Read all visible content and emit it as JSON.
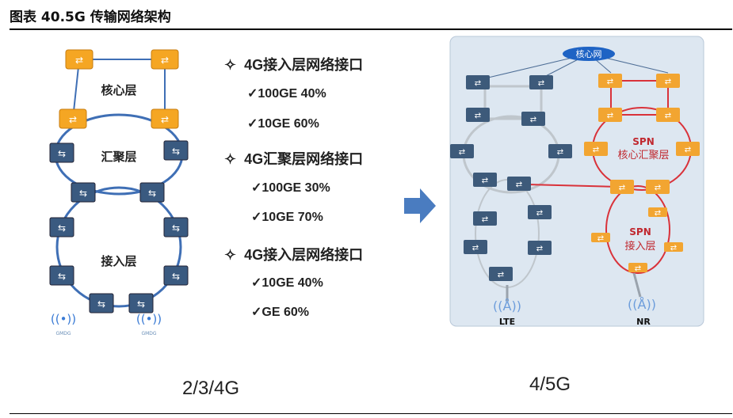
{
  "title": {
    "prefix": "图表 ",
    "number": "40.",
    "text": "5G 传输网络架构"
  },
  "left_diagram": {
    "core_label": "核心层",
    "aggregation_label": "汇聚层",
    "access_label": "接入层",
    "antenna_label": "GMDG",
    "colors": {
      "core": "#f5a623",
      "switch": "#3a5a80",
      "ring": "#3f6fb5"
    }
  },
  "specs": [
    {
      "heading": "4G接入层网络接口",
      "items": [
        "✓100GE   40%",
        "✓10GE   60%"
      ]
    },
    {
      "heading": "4G汇聚层网络接口",
      "items": [
        "✓100GE   30%",
        "✓10GE  70%"
      ]
    },
    {
      "heading": "4G接入层网络接口",
      "items": [
        "✓10GE   40%",
        "✓GE   60%"
      ]
    }
  ],
  "bullet_icon": "diamond-star-icon",
  "arrow_color": "#4a7cc0",
  "right_diagram": {
    "core_net": "核心网",
    "spn_core": "SPN",
    "spn_core_sub": "核心汇聚层",
    "spn_access": "SPN",
    "spn_access_sub": "接入层",
    "lte": "LTE",
    "nr": "NR",
    "colors": {
      "panel": "#dde7f1",
      "spn": "#f2a531",
      "ptn": "#3d5a7a",
      "red": "#d9323a"
    }
  },
  "era_left": "2/3/4G",
  "era_right": "4/5G"
}
